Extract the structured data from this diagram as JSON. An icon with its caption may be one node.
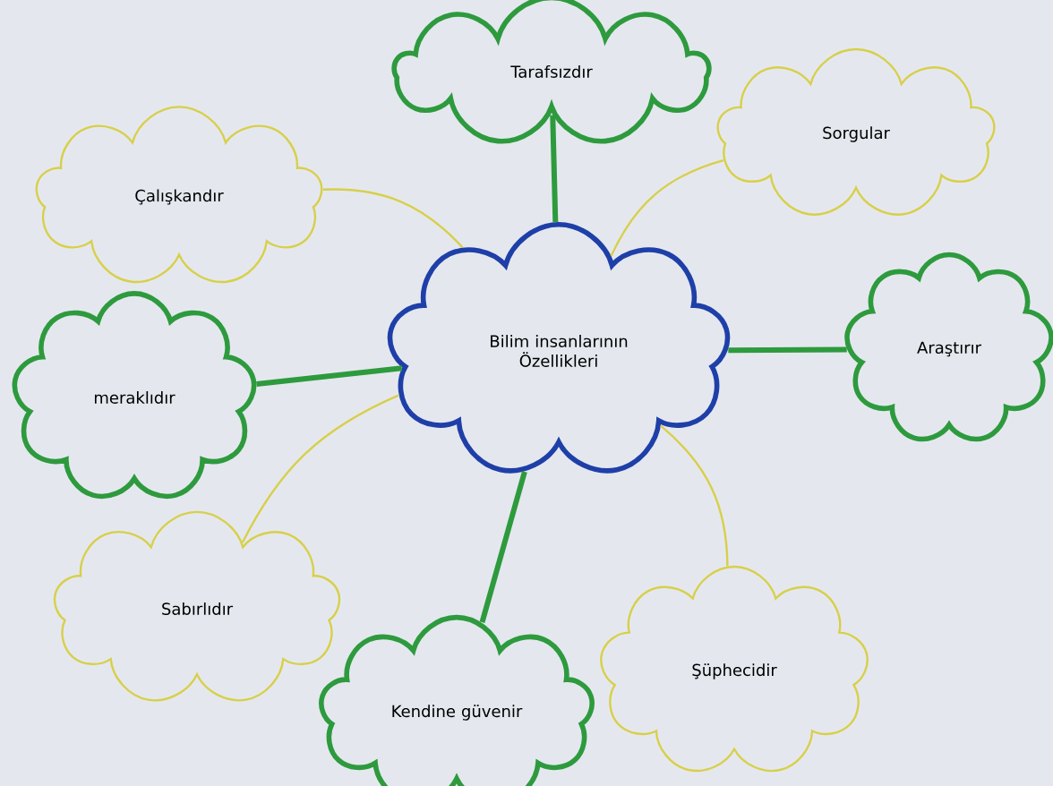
{
  "diagram": {
    "nodes": [
      {
        "text": [
          "Bilim insanlarının Özellikleri"
        ]
      },
      {
        "text": [
          "Tarafsızdır"
        ]
      },
      {
        "text": [
          "Sorgular"
        ]
      },
      {
        "text": [
          "Çalışkandır"
        ]
      },
      {
        "text": [
          "meraklıdır"
        ]
      },
      {
        "text": [
          "Araştırır"
        ]
      },
      {
        "text": [
          "Sabırlıdır"
        ]
      },
      {
        "text": [
          "Kendine güvenir"
        ]
      },
      {
        "text": [
          "Şüphecidir"
        ]
      }
    ],
    "edges": [
      {
        "from": 0,
        "to": 1,
        "arrow": "none",
        "style": "thick",
        "color": "#2e9a3e"
      },
      {
        "from": 0,
        "to": 2,
        "arrow": "none",
        "color": "#d8cf4a"
      },
      {
        "from": 0,
        "to": 3,
        "arrow": "none",
        "color": "#d8cf4a"
      },
      {
        "from": 0,
        "to": 4,
        "arrow": "none",
        "style": "thick",
        "color": "#2e9a3e"
      },
      {
        "from": 0,
        "to": 5,
        "arrow": "none",
        "style": "thick",
        "color": "#2e9a3e"
      },
      {
        "from": 0,
        "to": 6,
        "arrow": "none",
        "color": "#d8cf4a"
      },
      {
        "from": 0,
        "to": 7,
        "arrow": "none",
        "style": "thick",
        "color": "#2e9a3e"
      },
      {
        "from": 0,
        "to": 8,
        "arrow": "none",
        "color": "#d8cf4a"
      }
    ]
  }
}
